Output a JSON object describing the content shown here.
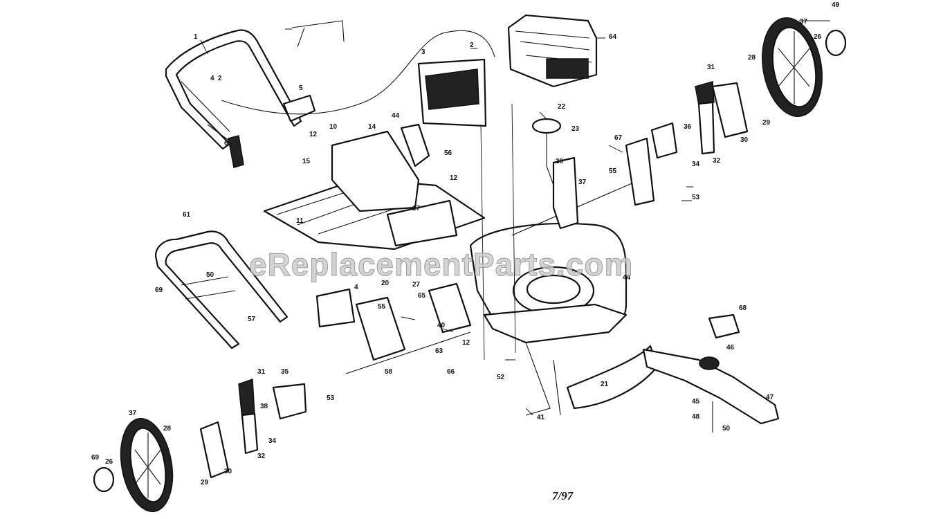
{
  "watermark": "eReplacementParts.com",
  "footer_code": "7/97",
  "callouts": [
    "1",
    "2",
    "2",
    "3",
    "4",
    "4",
    "5",
    "6",
    "10",
    "11",
    "12",
    "12",
    "12",
    "14",
    "15",
    "17",
    "20",
    "21",
    "22",
    "23",
    "26",
    "26",
    "27",
    "28",
    "28",
    "29",
    "29",
    "30",
    "30",
    "31",
    "31",
    "32",
    "32",
    "34",
    "34",
    "35",
    "36",
    "37",
    "37",
    "37",
    "38",
    "39",
    "40",
    "41",
    "44",
    "44",
    "45",
    "46",
    "47",
    "48",
    "49",
    "50",
    "50",
    "52",
    "53",
    "53",
    "55",
    "55",
    "56",
    "57",
    "58",
    "61",
    "63",
    "64",
    "65",
    "66",
    "67",
    "68",
    "69",
    "69"
  ],
  "colors": {
    "ink": "#111111",
    "paper": "#ffffff",
    "watermark": "#c9c9c9"
  }
}
